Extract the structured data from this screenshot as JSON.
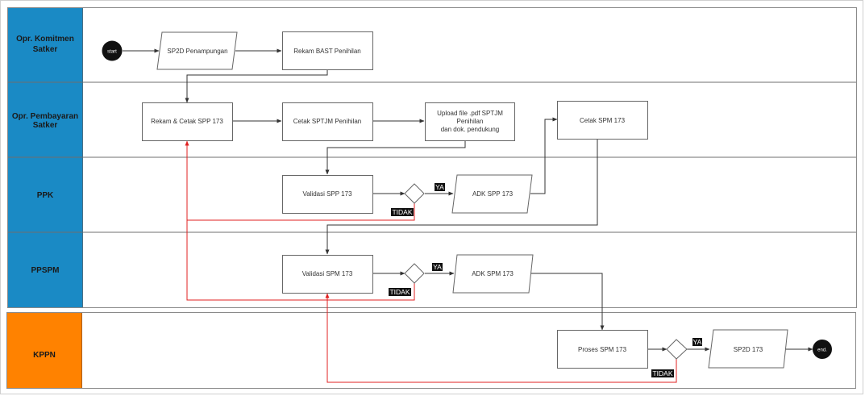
{
  "colors": {
    "lane_blue": "#1a8ac5",
    "lane_orange": "#ff8200",
    "flow_line": "#333333",
    "reject_line": "#e02020",
    "terminal": "#111111"
  },
  "lanes": [
    {
      "id": "opr-komitmen",
      "label_lines": [
        "Opr. Komitmen",
        "Satker"
      ]
    },
    {
      "id": "opr-pembayaran",
      "label_lines": [
        "Opr. Pembayaran",
        "Satker"
      ]
    },
    {
      "id": "ppk",
      "label_lines": [
        "PPK"
      ]
    },
    {
      "id": "ppspm",
      "label_lines": [
        "PPSPM"
      ]
    },
    {
      "id": "kppn",
      "label_lines": [
        "KPPN"
      ]
    }
  ],
  "nodes": {
    "start": {
      "type": "terminal",
      "label_lines": [
        "start"
      ]
    },
    "sp2d_penampungan": {
      "type": "data",
      "label_lines": [
        "SP2D Penampungan"
      ]
    },
    "rekam_bast": {
      "type": "process",
      "label_lines": [
        "Rekam BAST Penihilan"
      ]
    },
    "rekam_cetak_spp": {
      "type": "process",
      "label_lines": [
        "Rekam & Cetak SPP 173"
      ]
    },
    "cetak_sptjm": {
      "type": "process",
      "label_lines": [
        "Cetak SPTJM Penihilan"
      ]
    },
    "upload_file": {
      "type": "process",
      "label_lines": [
        "Upload file .pdf SPTJM",
        "Penihilan",
        "dan dok. pendukung"
      ]
    },
    "cetak_spm": {
      "type": "process",
      "label_lines": [
        "Cetak SPM 173"
      ]
    },
    "validasi_spp": {
      "type": "process",
      "label_lines": [
        "Validasi SPP 173"
      ]
    },
    "decision_spp": {
      "type": "decision",
      "label_lines": []
    },
    "adk_spp": {
      "type": "data",
      "label_lines": [
        "ADK SPP 173"
      ]
    },
    "validasi_spm": {
      "type": "process",
      "label_lines": [
        "Validasi SPM 173"
      ]
    },
    "decision_spm": {
      "type": "decision",
      "label_lines": []
    },
    "adk_spm": {
      "type": "data",
      "label_lines": [
        "ADK SPM 173"
      ]
    },
    "proses_spm": {
      "type": "process",
      "label_lines": [
        "Proses SPM 173"
      ]
    },
    "decision_kppn": {
      "type": "decision",
      "label_lines": []
    },
    "sp2d_173": {
      "type": "data",
      "label_lines": [
        "SP2D 173"
      ]
    },
    "end": {
      "type": "terminal",
      "label_lines": [
        "end."
      ]
    }
  },
  "edge_labels": {
    "yes": "YA",
    "no": "TIDAK"
  },
  "edges": [
    {
      "from": "start",
      "to": "sp2d_penampungan",
      "kind": "flow"
    },
    {
      "from": "sp2d_penampungan",
      "to": "rekam_bast",
      "kind": "flow"
    },
    {
      "from": "rekam_bast",
      "to": "rekam_cetak_spp",
      "kind": "flow"
    },
    {
      "from": "rekam_cetak_spp",
      "to": "cetak_sptjm",
      "kind": "flow"
    },
    {
      "from": "cetak_sptjm",
      "to": "upload_file",
      "kind": "flow"
    },
    {
      "from": "upload_file",
      "to": "validasi_spp",
      "kind": "flow"
    },
    {
      "from": "validasi_spp",
      "to": "decision_spp",
      "kind": "flow"
    },
    {
      "from": "decision_spp",
      "to": "adk_spp",
      "kind": "flow",
      "label": "YA"
    },
    {
      "from": "decision_spp",
      "to": "rekam_cetak_spp",
      "kind": "reject",
      "label": "TIDAK"
    },
    {
      "from": "adk_spp",
      "to": "cetak_spm",
      "kind": "flow"
    },
    {
      "from": "cetak_spm",
      "to": "validasi_spm",
      "kind": "flow"
    },
    {
      "from": "validasi_spm",
      "to": "decision_spm",
      "kind": "flow"
    },
    {
      "from": "decision_spm",
      "to": "adk_spm",
      "kind": "flow",
      "label": "YA"
    },
    {
      "from": "decision_spm",
      "to": "rekam_cetak_spp",
      "kind": "reject",
      "label": "TIDAK"
    },
    {
      "from": "adk_spm",
      "to": "proses_spm",
      "kind": "flow"
    },
    {
      "from": "proses_spm",
      "to": "decision_kppn",
      "kind": "flow"
    },
    {
      "from": "decision_kppn",
      "to": "sp2d_173",
      "kind": "flow",
      "label": "YA"
    },
    {
      "from": "decision_kppn",
      "to": "validasi_spm",
      "kind": "reject",
      "label": "TIDAK"
    },
    {
      "from": "sp2d_173",
      "to": "end",
      "kind": "flow"
    }
  ]
}
